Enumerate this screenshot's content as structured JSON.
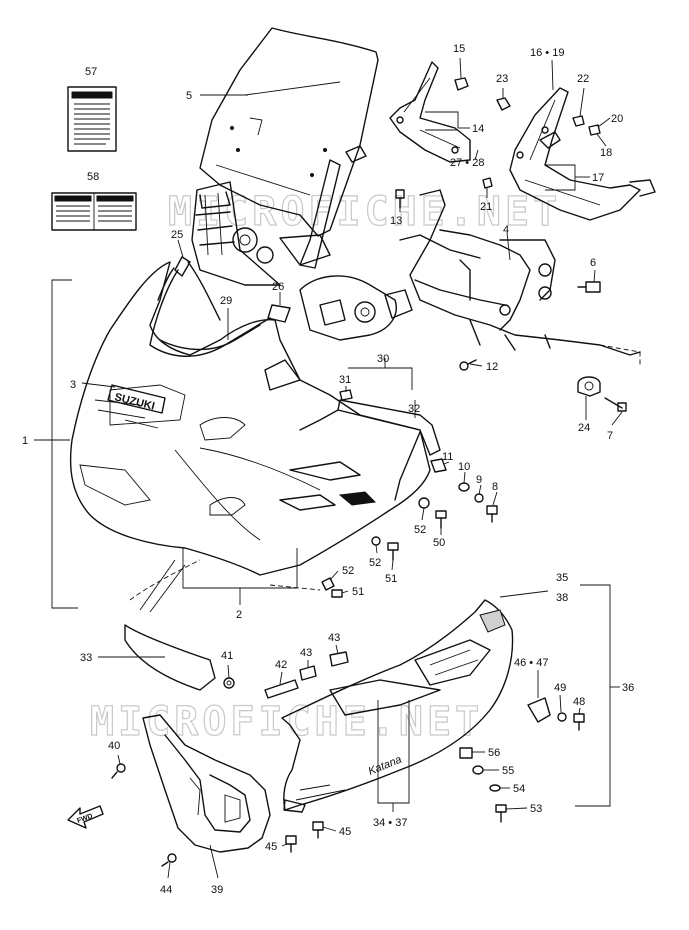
{
  "watermark": "MICROFICHE.NET",
  "brand_mark": "SUZUKI",
  "model_mark": "Katana",
  "direction_arrow": {
    "label": "FWD",
    "icon": "forward-arrow-icon"
  },
  "callouts": [
    {
      "id": "c1",
      "text": "1"
    },
    {
      "id": "c2",
      "text": "2"
    },
    {
      "id": "c3",
      "text": "3"
    },
    {
      "id": "c4",
      "text": "4"
    },
    {
      "id": "c5",
      "text": "5"
    },
    {
      "id": "c6",
      "text": "6"
    },
    {
      "id": "c7",
      "text": "7"
    },
    {
      "id": "c8",
      "text": "8"
    },
    {
      "id": "c9",
      "text": "9"
    },
    {
      "id": "c10",
      "text": "10"
    },
    {
      "id": "c11",
      "text": "11"
    },
    {
      "id": "c12",
      "text": "12"
    },
    {
      "id": "c13",
      "text": "13"
    },
    {
      "id": "c14",
      "text": "14"
    },
    {
      "id": "c15",
      "text": "15"
    },
    {
      "id": "c16",
      "text": "16 • 19"
    },
    {
      "id": "c17",
      "text": "17"
    },
    {
      "id": "c18",
      "text": "18"
    },
    {
      "id": "c20",
      "text": "20"
    },
    {
      "id": "c21",
      "text": "21"
    },
    {
      "id": "c22",
      "text": "22"
    },
    {
      "id": "c23",
      "text": "23"
    },
    {
      "id": "c24",
      "text": "24"
    },
    {
      "id": "c25",
      "text": "25"
    },
    {
      "id": "c26",
      "text": "26"
    },
    {
      "id": "c27",
      "text": "27 • 28"
    },
    {
      "id": "c29",
      "text": "29"
    },
    {
      "id": "c30",
      "text": "30"
    },
    {
      "id": "c31",
      "text": "31"
    },
    {
      "id": "c32",
      "text": "32"
    },
    {
      "id": "c33",
      "text": "33"
    },
    {
      "id": "c34",
      "text": "34 • 37"
    },
    {
      "id": "c35",
      "text": "35"
    },
    {
      "id": "c36",
      "text": "36"
    },
    {
      "id": "c38",
      "text": "38"
    },
    {
      "id": "c39",
      "text": "39"
    },
    {
      "id": "c40",
      "text": "40"
    },
    {
      "id": "c41",
      "text": "41"
    },
    {
      "id": "c42",
      "text": "42"
    },
    {
      "id": "c43a",
      "text": "43"
    },
    {
      "id": "c43b",
      "text": "43"
    },
    {
      "id": "c44",
      "text": "44"
    },
    {
      "id": "c45a",
      "text": "45"
    },
    {
      "id": "c45b",
      "text": "45"
    },
    {
      "id": "c46",
      "text": "46 • 47"
    },
    {
      "id": "c48",
      "text": "48"
    },
    {
      "id": "c49",
      "text": "49"
    },
    {
      "id": "c50",
      "text": "50"
    },
    {
      "id": "c51a",
      "text": "51"
    },
    {
      "id": "c51b",
      "text": "51"
    },
    {
      "id": "c52a",
      "text": "52"
    },
    {
      "id": "c52b",
      "text": "52"
    },
    {
      "id": "c52c",
      "text": "52"
    },
    {
      "id": "c53",
      "text": "53"
    },
    {
      "id": "c54",
      "text": "54"
    },
    {
      "id": "c55",
      "text": "55"
    },
    {
      "id": "c56",
      "text": "56"
    },
    {
      "id": "c57",
      "text": "57"
    },
    {
      "id": "c58",
      "text": "58"
    }
  ]
}
